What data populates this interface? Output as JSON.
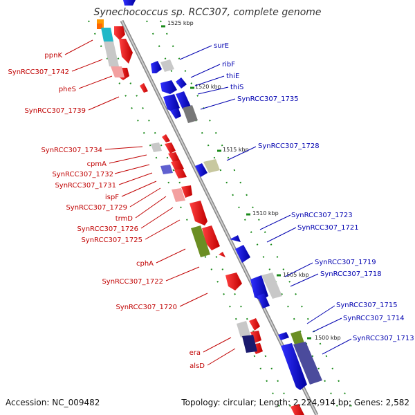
{
  "title": "Synechococcus sp. RCC307, complete genome",
  "accession": "Accession: NC_009482",
  "summary": "Topology: circular; Length: 2,224,914 bp; Genes: 2,582",
  "colors": {
    "reverse": "#ff0000",
    "forward": "#0000ff",
    "axis": "#999999",
    "tick": "#1a8a1a"
  },
  "kbp_marks": [
    "1525 kbp",
    "1520 kbp",
    "1515 kbp",
    "1510 kbp",
    "1505 kbp",
    "1500 kbp"
  ],
  "reverse_genes": [
    "ppnK",
    "SynRCC307_1742",
    "pheS",
    "SynRCC307_1739",
    "SynRCC307_1734",
    "cpmA",
    "SynRCC307_1732",
    "SynRCC307_1731",
    "ispF",
    "SynRCC307_1729",
    "trmD",
    "SynRCC307_1726",
    "SynRCC307_1725",
    "cphA",
    "SynRCC307_1722",
    "SynRCC307_1720",
    "era",
    "alsD"
  ],
  "forward_genes": [
    "surE",
    "ribF",
    "thiE",
    "thiS",
    "SynRCC307_1735",
    "SynRCC307_1728",
    "SynRCC307_1723",
    "SynRCC307_1721",
    "SynRCC307_1719",
    "SynRCC307_1718",
    "SynRCC307_1715",
    "SynRCC307_1714",
    "SynRCC307_1713"
  ]
}
